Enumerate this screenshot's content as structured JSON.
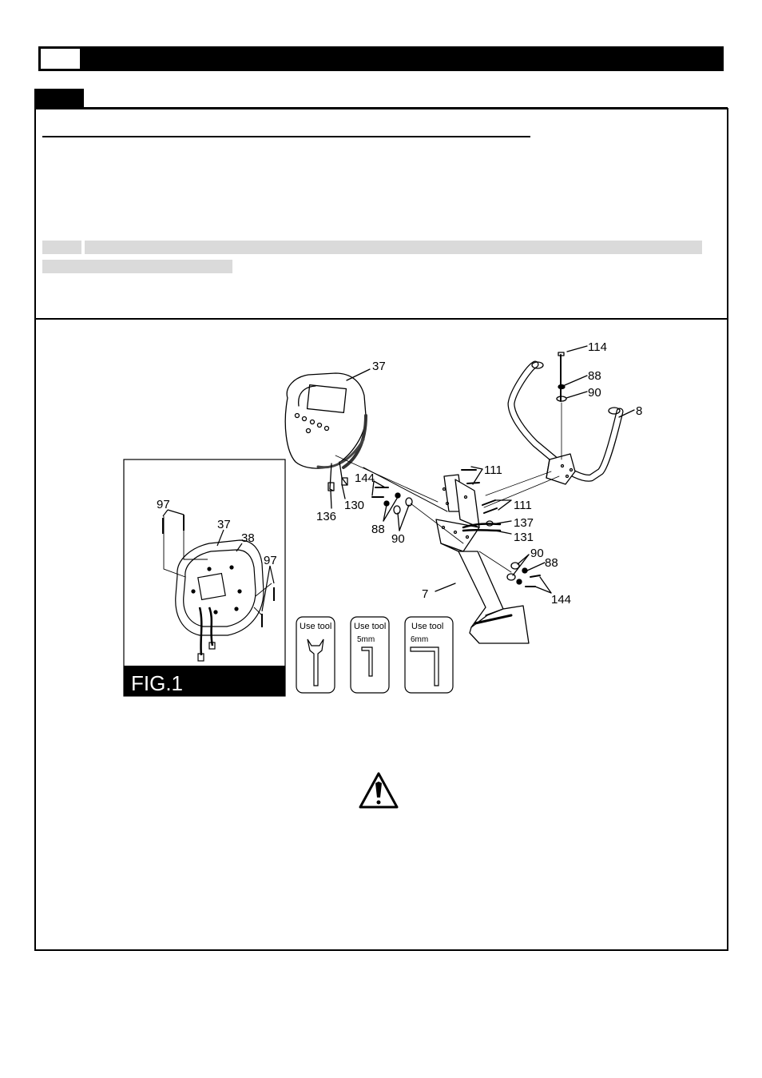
{
  "callouts": {
    "c114": "114",
    "c88a": "88",
    "c90a": "90",
    "c8": "8",
    "c37": "37",
    "c111a": "111",
    "c111b": "111",
    "c144a": "144",
    "c130": "130",
    "c136": "136",
    "c88b": "88",
    "c90b": "90",
    "c137": "137",
    "c131": "131",
    "c90c": "90",
    "c88c": "88",
    "c7": "7",
    "c144b": "144"
  },
  "inset": {
    "figure_label": "FIG.1",
    "c97a": "97",
    "c37": "37",
    "c38": "38",
    "c97b": "97"
  },
  "tools": [
    {
      "label": "Use tool",
      "size": ""
    },
    {
      "label": "Use tool",
      "size": "5mm"
    },
    {
      "label": "Use tool",
      "size": "6mm"
    }
  ],
  "icons": {
    "warning": "warning-triangle-icon",
    "wrench": "wrench-icon",
    "hex_key": "hex-key-icon"
  }
}
